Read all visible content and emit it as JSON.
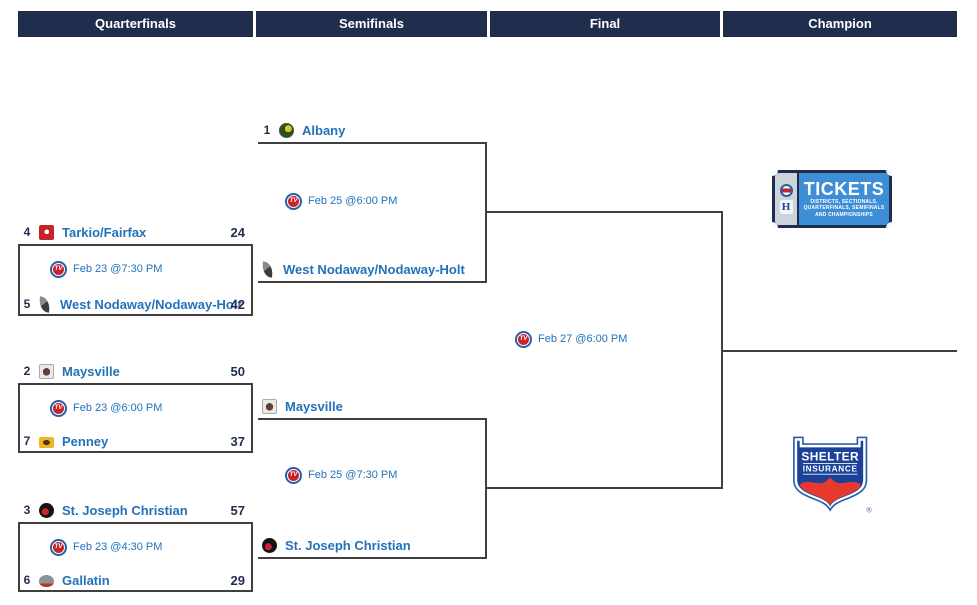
{
  "header": {
    "columns": [
      {
        "label": "Quarterfinals"
      },
      {
        "label": "Semifinals"
      },
      {
        "label": "Final"
      },
      {
        "label": "Champion"
      }
    ]
  },
  "colors": {
    "header_bg": "#1f2e4d",
    "team_name_blue": "#2272b9",
    "seed_score_navy": "#1f2e4d",
    "bracket_line": "#3f3f3f",
    "tv_ring_blue": "#2a5fa8",
    "tv_center_red": "#c8232c"
  },
  "icons": {
    "tv_label": "TV",
    "h_mark": "H"
  },
  "bracket": {
    "quarterfinals": [
      {
        "top": {
          "seed": "4",
          "name": "Tarkio/Fairfax",
          "score": "24"
        },
        "bottom": {
          "seed": "5",
          "name": "West Nodaway/Nodaway-Holt",
          "score": "42"
        },
        "schedule": "Feb 23 @7:30 PM"
      },
      {
        "top": {
          "seed": "2",
          "name": "Maysville",
          "score": "50"
        },
        "bottom": {
          "seed": "7",
          "name": "Penney",
          "score": "37"
        },
        "schedule": "Feb 23 @6:00 PM"
      },
      {
        "top": {
          "seed": "3",
          "name": "St. Joseph Christian",
          "score": "57"
        },
        "bottom": {
          "seed": "6",
          "name": "Gallatin",
          "score": "29"
        },
        "schedule": "Feb 23 @4:30 PM"
      }
    ],
    "semifinals": [
      {
        "top": {
          "seed": "1",
          "name": "Albany"
        },
        "bottom": {
          "name": "West Nodaway/Nodaway-Holt"
        },
        "schedule": "Feb 25 @6:00 PM"
      },
      {
        "top": {
          "name": "Maysville"
        },
        "bottom": {
          "name": "St. Joseph Christian"
        },
        "schedule": "Feb 25 @7:30 PM"
      }
    ],
    "final": {
      "schedule": "Feb 27 @6:00 PM"
    }
  },
  "sponsors": {
    "tickets": {
      "title": "TICKETS",
      "sub1": "DISTRICTS, SECTIONALS,",
      "sub2": "QUARTERFINALS, SEMIFINALS",
      "sub3": "AND CHAMPIONSHIPS"
    },
    "shelter": {
      "line1": "SHELTER",
      "line2": "INSURANCE",
      "registered": "®"
    }
  }
}
